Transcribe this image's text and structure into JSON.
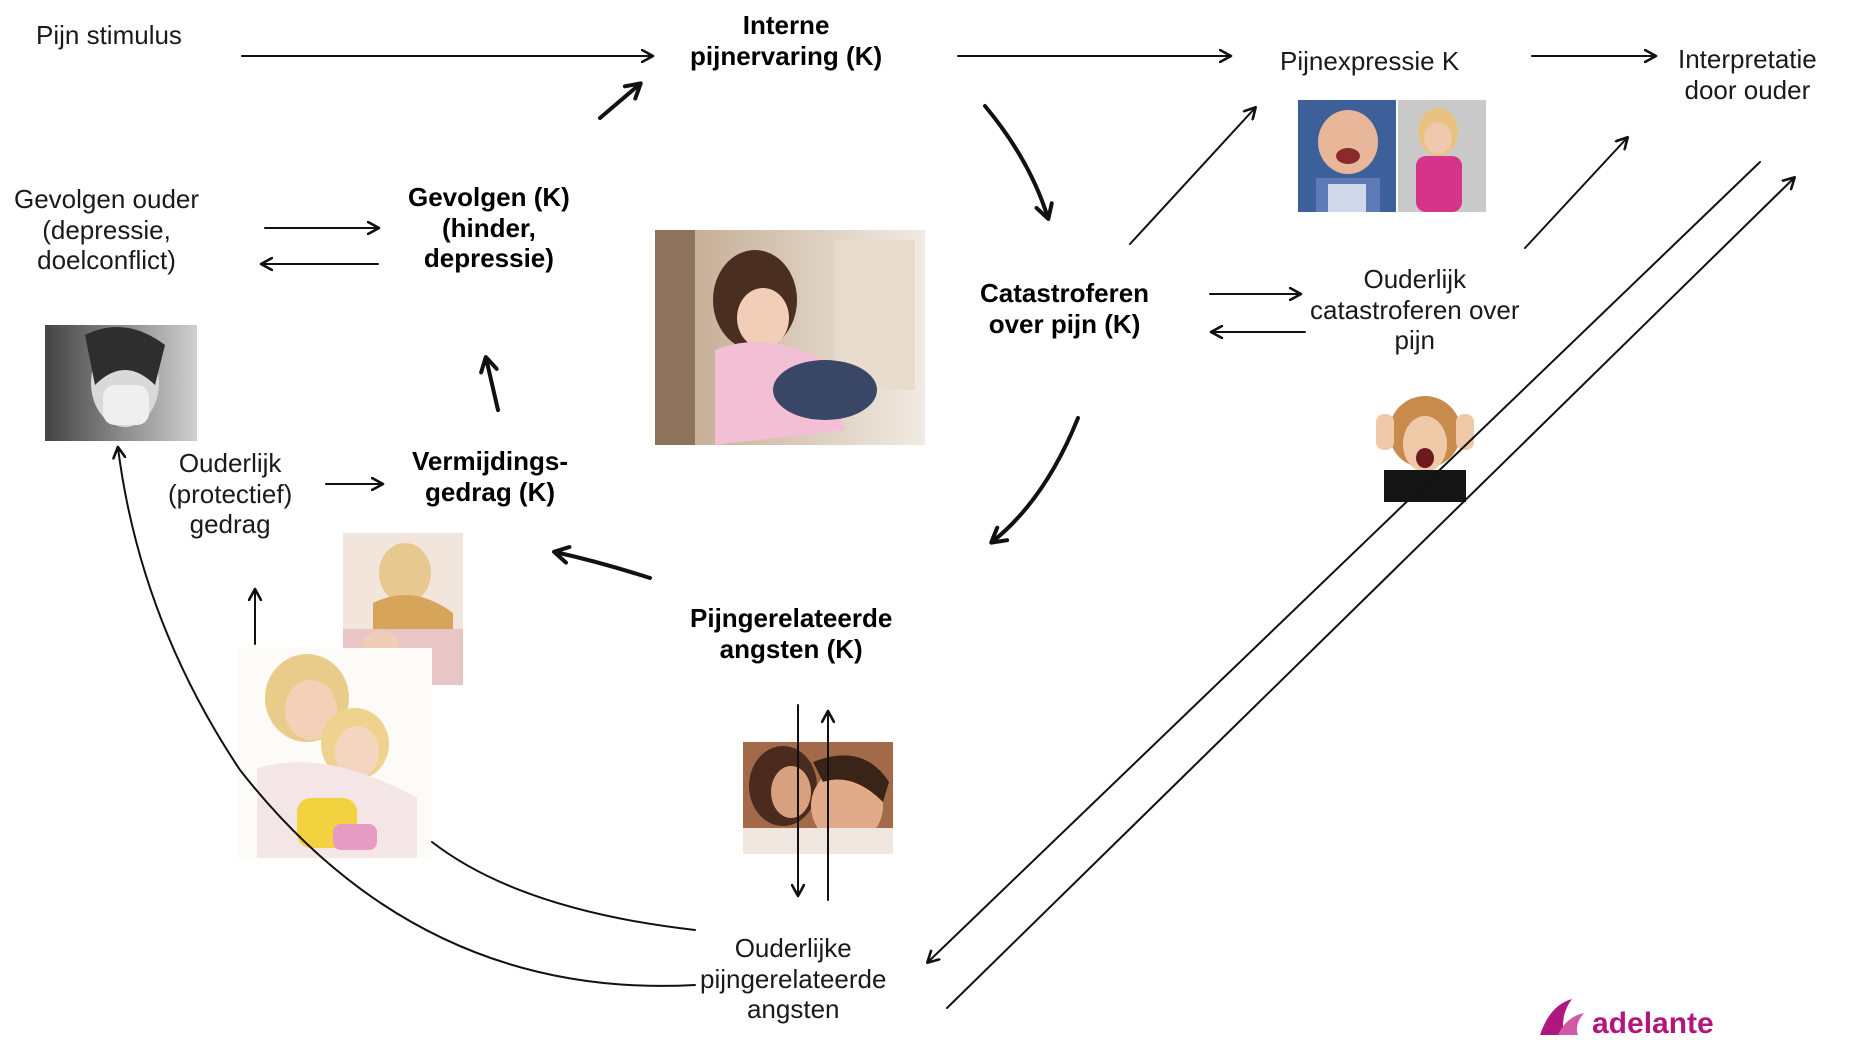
{
  "nodes": {
    "pijn_stimulus": [
      "Pijn stimulus"
    ],
    "interne_pijnervaring": [
      "Interne",
      "pijnervaring (K)"
    ],
    "pijnexpressie": [
      "Pijnexpressie K"
    ],
    "interpretatie": [
      "Interpretatie",
      "door ouder"
    ],
    "gevolgen_ouder": [
      "Gevolgen ouder",
      "(depressie,",
      "doelconflict)"
    ],
    "gevolgen_k": [
      "Gevolgen (K)",
      "(hinder,",
      "depressie)"
    ],
    "catastroferen": [
      "Catastroferen",
      "over pijn (K)"
    ],
    "ouderlijk_catastroferen": [
      "Ouderlijk",
      "catastroferen over",
      "pijn"
    ],
    "ouderlijk_protectief": [
      "Ouderlijk",
      "(protectief)",
      "gedrag"
    ],
    "vermijdingsgedrag": [
      "Vermijdings-",
      "gedrag (K)"
    ],
    "pijngerelateerde_angsten": [
      "Pijngerelateerde",
      "angsten (K)"
    ],
    "ouderlijke_angsten": [
      "Ouderlijke",
      "pijngerelateerde",
      "angsten"
    ]
  },
  "logo_text": "adelante",
  "colors": {
    "arrow": "#111111",
    "logo": "#b0177e"
  }
}
